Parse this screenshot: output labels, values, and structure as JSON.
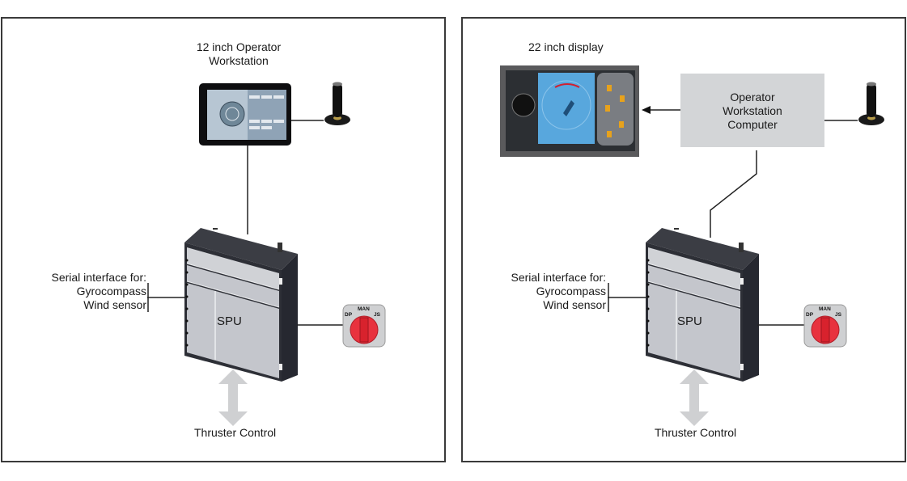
{
  "panels": [
    {
      "id": "standalone",
      "workstation_label": "12 inch Operator Workstation",
      "workstation_label_lines": [
        "12 inch Operator",
        "Workstation"
      ],
      "serial_label_lines": [
        "Serial interface for:",
        "Gyrocompass",
        "Wind sensor"
      ],
      "spu_label": "SPU",
      "thruster_label": "Thruster Control",
      "switch": {
        "labels": [
          "DP",
          "MAN",
          "JS"
        ],
        "position": "MAN"
      }
    },
    {
      "id": "extended",
      "display_label": "22 inch display",
      "computer_label_lines": [
        "Operator",
        "Workstation",
        "Computer"
      ],
      "serial_label_lines": [
        "Serial interface for:",
        "Gyrocompass",
        "Wind sensor"
      ],
      "spu_label": "SPU",
      "thruster_label": "Thruster Control",
      "switch": {
        "labels": [
          "DP",
          "MAN",
          "JS"
        ],
        "position": "MAN"
      }
    }
  ],
  "colors": {
    "frame": "#3a3a3a",
    "spu_body": "#2d2f36",
    "spu_panel": "#c4c6cc",
    "switch_red": "#e8323e",
    "arrow_grey": "#cfd0d2",
    "computer_box": "#d3d5d7",
    "display_blue": "#58a7dd"
  }
}
